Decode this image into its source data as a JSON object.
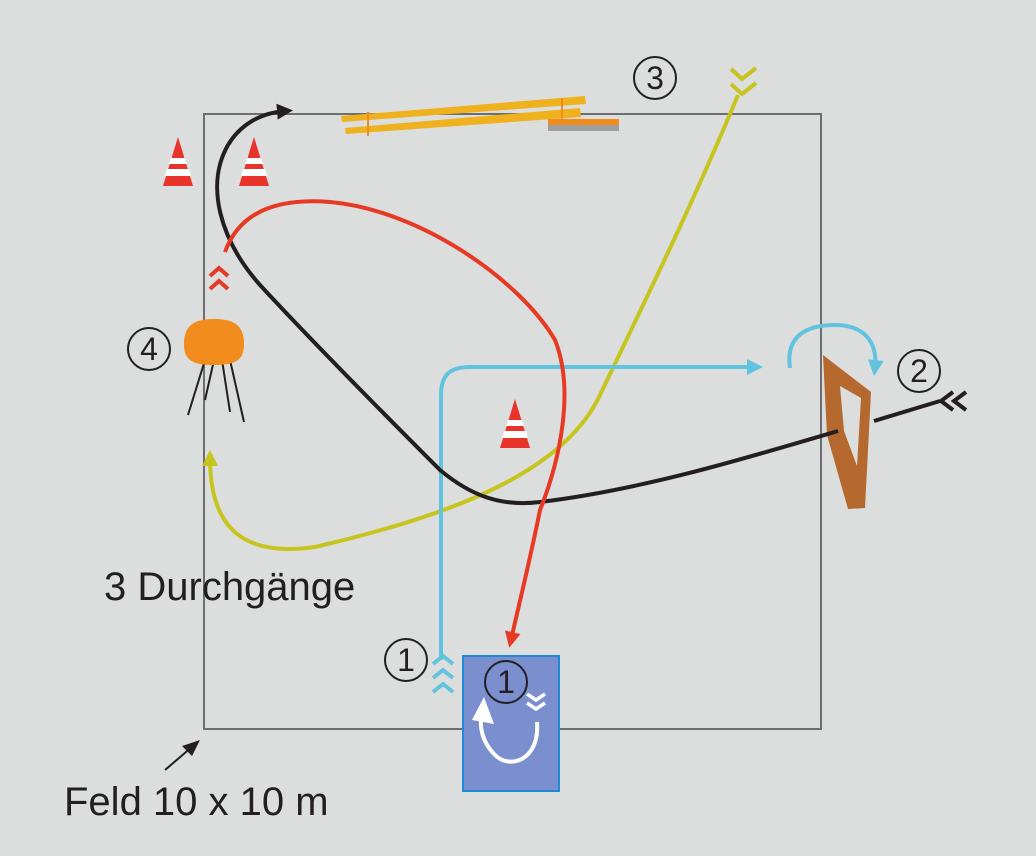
{
  "caption_rounds": "3 Durchgänge",
  "caption_field": "Feld 10 x 10 m",
  "station_numbers": {
    "s1_left": "1",
    "s1_box": "1",
    "s2": "2",
    "s3": "3",
    "s4": "4"
  },
  "colors": {
    "background": "#dcdddd",
    "field_border": "#6d6e71",
    "black_path": "#231f20",
    "red_path": "#e63a24",
    "cyan_path": "#62c3df",
    "olive_path": "#c6c51f",
    "blue_box": "#7b8fcf",
    "wedge": "#b5692e",
    "plank": "#f0b11f",
    "jump_bar": "#f28c1d",
    "cone": "#e8332a"
  },
  "icons": [
    "traffic-cone-icon",
    "arrow-icon",
    "chevron-icon",
    "wedge-obstacle-icon",
    "hoop-stand-icon",
    "plank-obstacle-icon",
    "blue-start-box-icon"
  ]
}
